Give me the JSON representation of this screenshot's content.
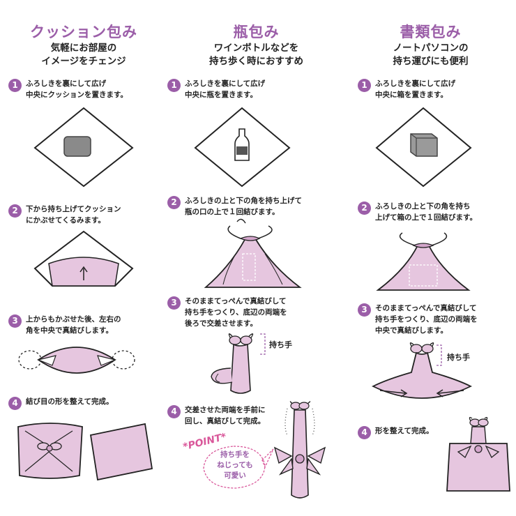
{
  "columns": [
    {
      "title": "クッション包み",
      "subtitle": [
        "気軽にお部屋の",
        "イメージをチェンジ"
      ],
      "steps": [
        {
          "num": "1",
          "lines": [
            "ふろしきを裏にして広げ",
            "中央にクッションを置きます。"
          ]
        },
        {
          "num": "2",
          "lines": [
            "下から持ち上げてクッション",
            "にかぶせてくるみます。"
          ]
        },
        {
          "num": "3",
          "lines": [
            "上からもかぶせた後、左右の",
            "角を中央で真結びします。"
          ]
        },
        {
          "num": "4",
          "lines": [
            "結び目の形を整えて完成。"
          ]
        }
      ]
    },
    {
      "title": "瓶包み",
      "subtitle": [
        "ワインボトルなどを",
        "持ち歩く時におすすめ"
      ],
      "steps": [
        {
          "num": "1",
          "lines": [
            "ふろしきを裏にして広げ",
            "中央に瓶を置きます。"
          ]
        },
        {
          "num": "2",
          "lines": [
            "ふろしきの上と下の角を持ち上げて",
            "瓶の口の上で１回結びます。"
          ]
        },
        {
          "num": "3",
          "lines": [
            "そのままてっぺんで真結びして",
            "持ち手をつくり、底辺の両端を",
            "後ろで交差させます。"
          ]
        },
        {
          "num": "4",
          "lines": [
            "交差させた両端を手前に",
            "回し、真結びして完成。"
          ]
        }
      ],
      "handle_label": "持ち手",
      "point_label": "*POINT*",
      "point_bubble": [
        "持ち手を",
        "ねじっても",
        "可愛い"
      ]
    },
    {
      "title": "書類包み",
      "subtitle": [
        "ノートパソコンの",
        "持ち運びにも便利"
      ],
      "steps": [
        {
          "num": "1",
          "lines": [
            "ふろしきを裏にして広げ",
            "中央に箱を置きます。"
          ]
        },
        {
          "num": "2",
          "lines": [
            "ふろしきの上と下の角を持ち",
            "上げて箱の上で１回結びます。"
          ]
        },
        {
          "num": "3",
          "lines": [
            "そのままてっぺんで真結びして",
            "持ち手をつくり、底辺の両端を",
            "中央で真結びします。"
          ]
        },
        {
          "num": "4",
          "lines": [
            "形を整えて完成。"
          ]
        }
      ],
      "handle_label": "持ち手"
    }
  ],
  "colors": {
    "accent": "#9b5ea8",
    "cloth": "#e6c6df",
    "point": "#d9579a"
  }
}
